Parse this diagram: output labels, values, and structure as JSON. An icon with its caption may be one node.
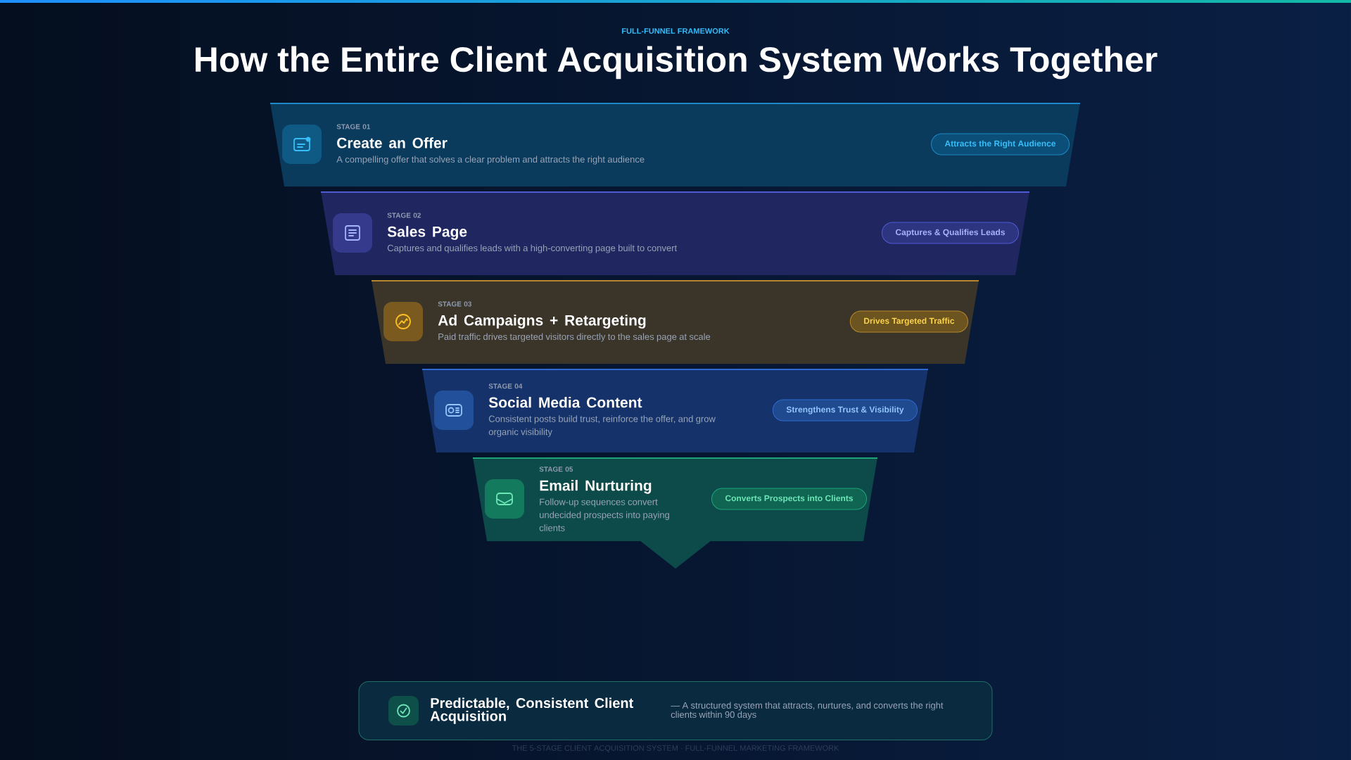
{
  "diagram": {
    "title": "How the Entire Client Acquisition System Works Together",
    "caption": "THE 5-STAGE CLIENT ACQUISITION SYSTEM · FULL-FUNNEL MARKETING FRAMEWORK",
    "nodes": [
      {
        "text": [
          "STAGE 01",
          "Create an Offer",
          "A compelling offer that solves a clear problem and attracts the right audience"
        ]
      },
      {
        "text": [
          "Attracts the Right Audience"
        ],
        "in": 0
      },
      {
        "text": [
          "STAGE 02",
          "Sales Page",
          "Captures and qualifies leads with a high-converting page built to convert"
        ]
      },
      {
        "text": [
          "Captures & Qualifies Leads"
        ],
        "in": 2
      },
      {
        "text": [
          "STAGE 03",
          "Ad Campaigns + Retargeting",
          "Paid traffic drives targeted visitors directly to the sales page at scale"
        ]
      },
      {
        "text": [
          "Drives Targeted Traffic"
        ],
        "in": 4
      },
      {
        "text": [
          "STAGE 04",
          "Social Media Content",
          "Consistent posts build trust, reinforce the offer, and grow organic visibility"
        ]
      },
      {
        "text": [
          "Strengthens Trust & Visibility"
        ],
        "in": 6
      },
      {
        "text": [
          "STAGE 05",
          "Email Nurturing",
          "Follow-up sequences convert undecided prospects into paying clients"
        ]
      },
      {
        "text": [
          "Converts Prospects into Clients"
        ],
        "in": 8
      },
      {
        "text": [
          "Predictable, Consistent Client Acquisition",
          "— A structured system that attracts, nurtures, and converts the right clients within 90 days"
        ]
      }
    ],
    "labels": [
      "FULL-FUNNEL FRAMEWORK"
    ]
  }
}
